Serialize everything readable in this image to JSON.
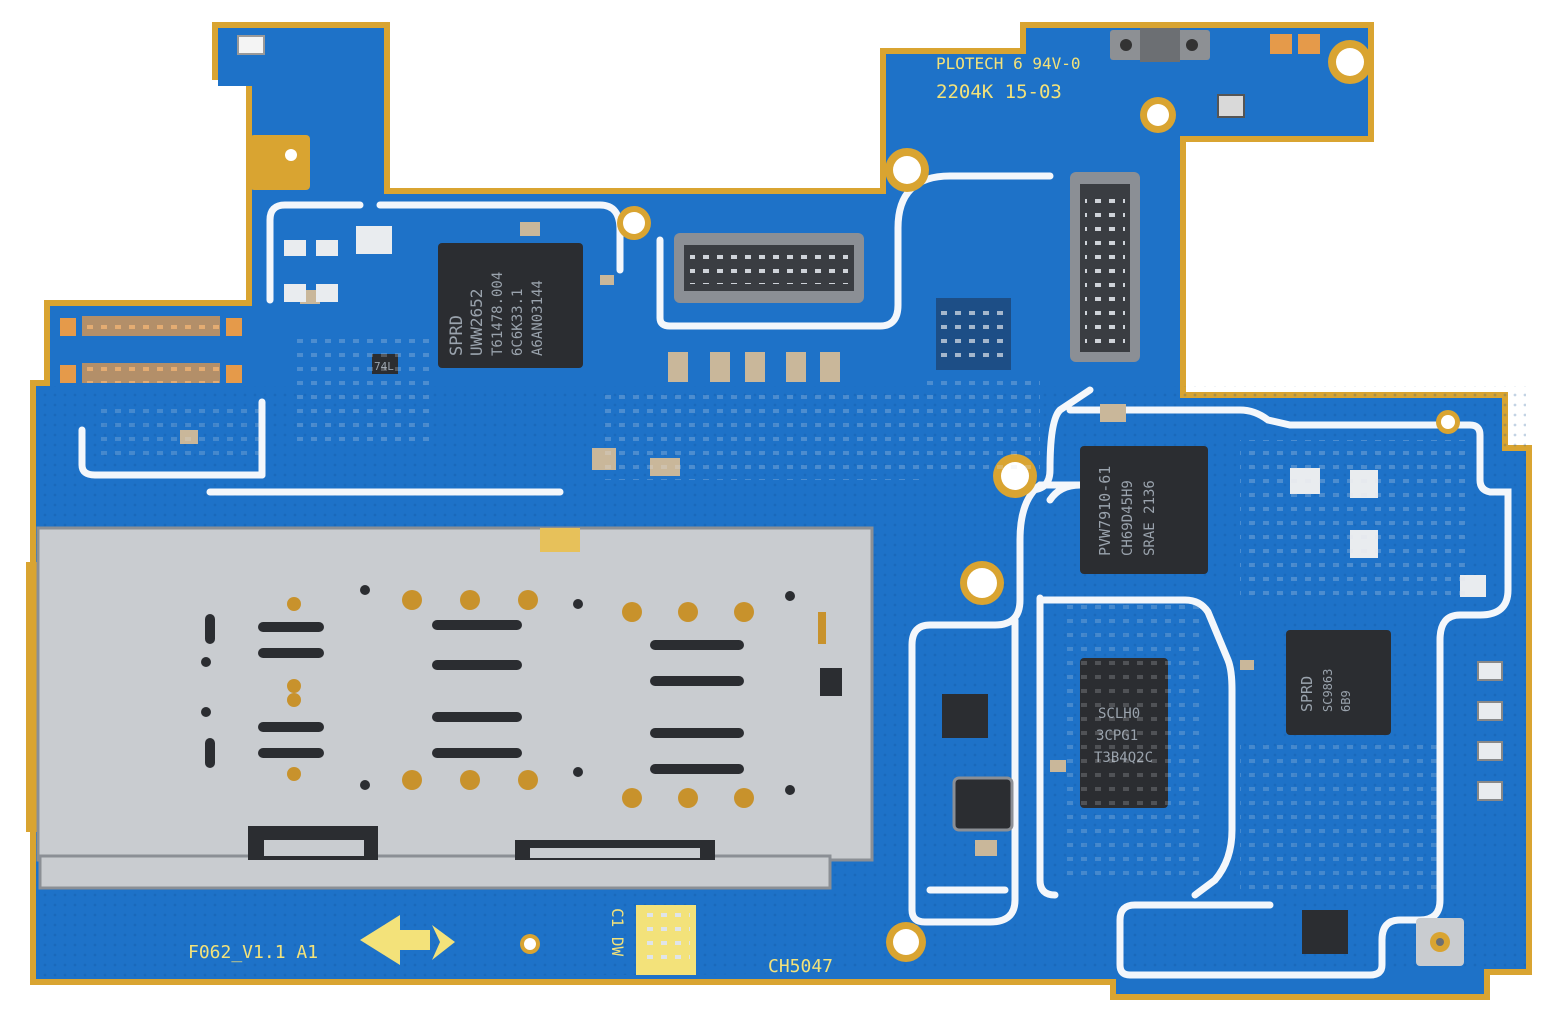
{
  "image": {
    "subject": "mobile phone mainboard PCB (blue) with SIM tray",
    "colors": {
      "board": "#1e72c8",
      "board_dark": "#165fae",
      "edge": "#d9a431",
      "trace_gap": "#f4f7fb",
      "chip": "#2b2d31",
      "shield": "#c9ccd0",
      "silk": "#f3e27a",
      "pad_copper": "#e59a4a",
      "component": "#c9b79a"
    }
  },
  "silkscreen": {
    "manufacturer": "PLOTECH 6 94V-0",
    "date_code": "2204K 15-03",
    "board_version": "F062_V1.1 A1",
    "code": "CH5047",
    "side_label": "C1 DW"
  },
  "chips": {
    "sprd_top": [
      "SPRD",
      "UWW2652",
      "T61478.004",
      "6C6K33.1",
      "A6AN03144"
    ],
    "pmic": [
      "PVW7910-61",
      "CH69D45H9",
      "SRAE 2136"
    ],
    "memory": [
      "SCLH0",
      "3CPG1",
      "T3B4Q2C"
    ],
    "sprd_right": [
      "SPRD",
      "SC9863",
      "6B9"
    ],
    "small_label": "74L"
  }
}
